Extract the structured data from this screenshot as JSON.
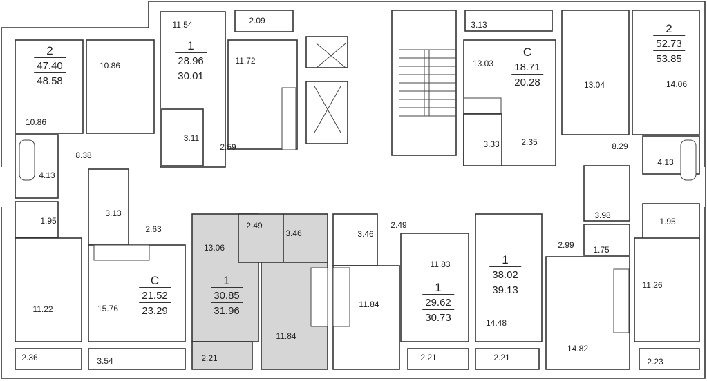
{
  "apartments": [
    {
      "rooms": "2",
      "area": "47.40",
      "total": "48.58"
    },
    {
      "rooms": "1",
      "area": "28.96",
      "total": "30.01"
    },
    {
      "rooms": "C",
      "area": "18.71",
      "total": "20.28"
    },
    {
      "rooms": "2",
      "area": "52.73",
      "total": "53.85"
    },
    {
      "rooms": "C",
      "area": "21.52",
      "total": "23.29"
    },
    {
      "rooms": "1",
      "area": "30.85",
      "total": "31.96"
    },
    {
      "rooms": "1",
      "area": "29.62",
      "total": "30.73"
    },
    {
      "rooms": "1",
      "area": "38.02",
      "total": "39.13"
    }
  ],
  "room_labels": [
    "11.54",
    "2.09",
    "10.86",
    "11.72",
    "10.86",
    "3.11",
    "2.59",
    "8.38",
    "4.13",
    "1.95",
    "3.13",
    "13.03",
    "3.33",
    "2.35",
    "13.04",
    "14.06",
    "8.29",
    "4.13",
    "1.95",
    "3.13",
    "2.63",
    "11.22",
    "15.76",
    "2.36",
    "3.54",
    "13.06",
    "2.49",
    "3.46",
    "11.84",
    "2.21",
    "3.46",
    "2.49",
    "11.84",
    "11.83",
    "2.21",
    "14.48",
    "2.21",
    "3.98",
    "2.99",
    "1.75",
    "14.82",
    "11.26",
    "2.23"
  ],
  "colors": {
    "highlight": "#d6d6d6",
    "wall": "#333333"
  }
}
